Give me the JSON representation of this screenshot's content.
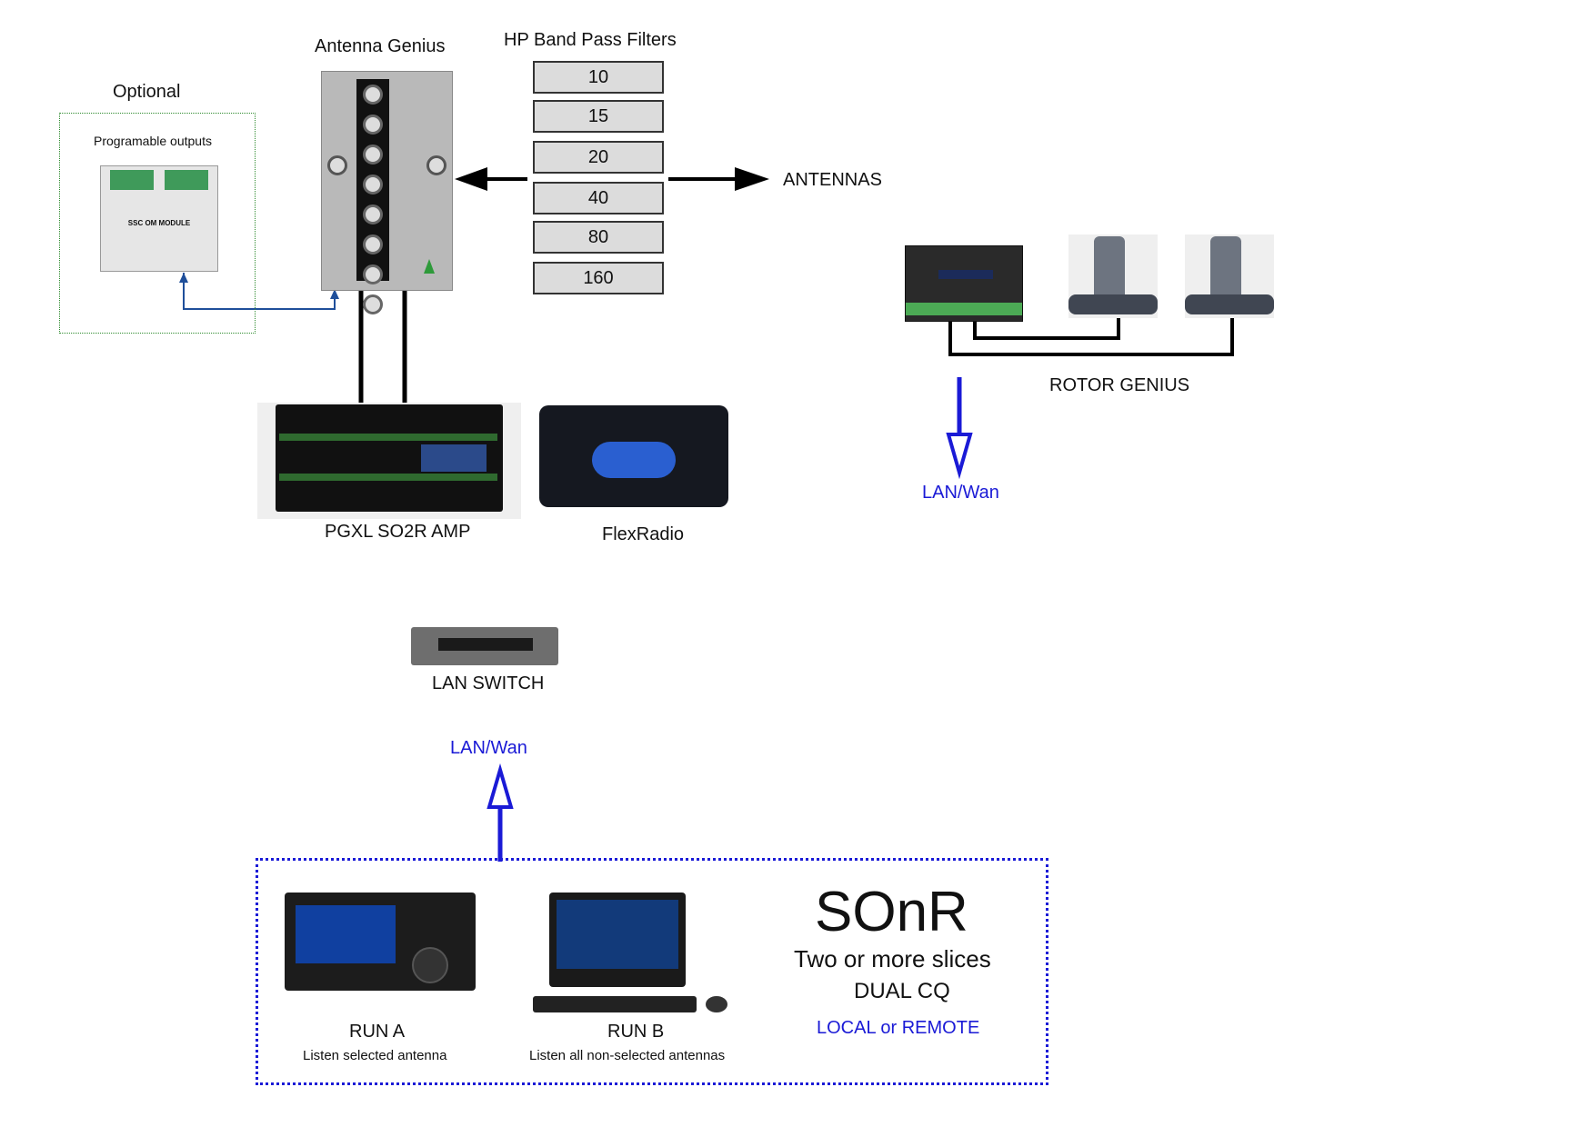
{
  "antenna_genius": {
    "title": "Antenna Genius"
  },
  "filters": {
    "title": "HP Band Pass Filters",
    "bands": [
      "10",
      "15",
      "20",
      "40",
      "80",
      "160"
    ]
  },
  "optional": {
    "title": "Optional",
    "subtitle": "Programable outputs",
    "module_label": "SSC OM MODULE"
  },
  "antennas": {
    "label": "ANTENNAS"
  },
  "rotor": {
    "label": "ROTOR GENIUS",
    "lan": "LAN/Wan"
  },
  "amp": {
    "label": "PGXL SO2R AMP"
  },
  "flex": {
    "label": "FlexRadio"
  },
  "lan_switch": {
    "label": "LAN SWITCH",
    "lan": "LAN/Wan"
  },
  "operator": {
    "title": "SOnR",
    "line1": "Two or more slices",
    "line2": "DUAL CQ",
    "mode": "LOCAL or REMOTE",
    "run_a": {
      "label": "RUN A",
      "caption": "Listen selected antenna"
    },
    "run_b": {
      "label": "RUN B",
      "caption": "Listen all non-selected antennas"
    }
  },
  "colors": {
    "link_blue": "#1a1ad6",
    "optional_border": "#2e8b2e",
    "signal_line": "#1f4f9a"
  }
}
